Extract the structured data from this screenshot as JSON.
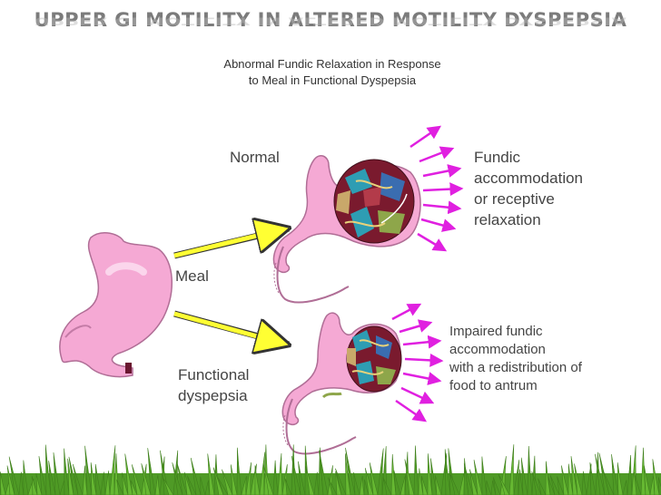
{
  "title": "UPPER GI MOTILITY IN ALTERED MOTILITY DYSPEPSIA",
  "subtitle_line1": "Abnormal Fundic Relaxation in Response",
  "subtitle_line2": "to Meal in Functional Dyspepsia",
  "labels": {
    "normal": "Normal",
    "meal": "Meal",
    "functional_line1": "Functional",
    "functional_line2": "dyspepsia",
    "normal_desc": [
      "Fundic",
      "accommodation",
      "or receptive",
      "relaxation"
    ],
    "impaired_desc": [
      "Impaired fundic",
      "accommodation",
      "with a redistribution of",
      "food to antrum"
    ]
  },
  "colors": {
    "stomach": "#f5a9d4",
    "arrow_yellow": "#ffff33",
    "arrow_magenta": "#e020e0",
    "grass": "#5fae2e"
  }
}
